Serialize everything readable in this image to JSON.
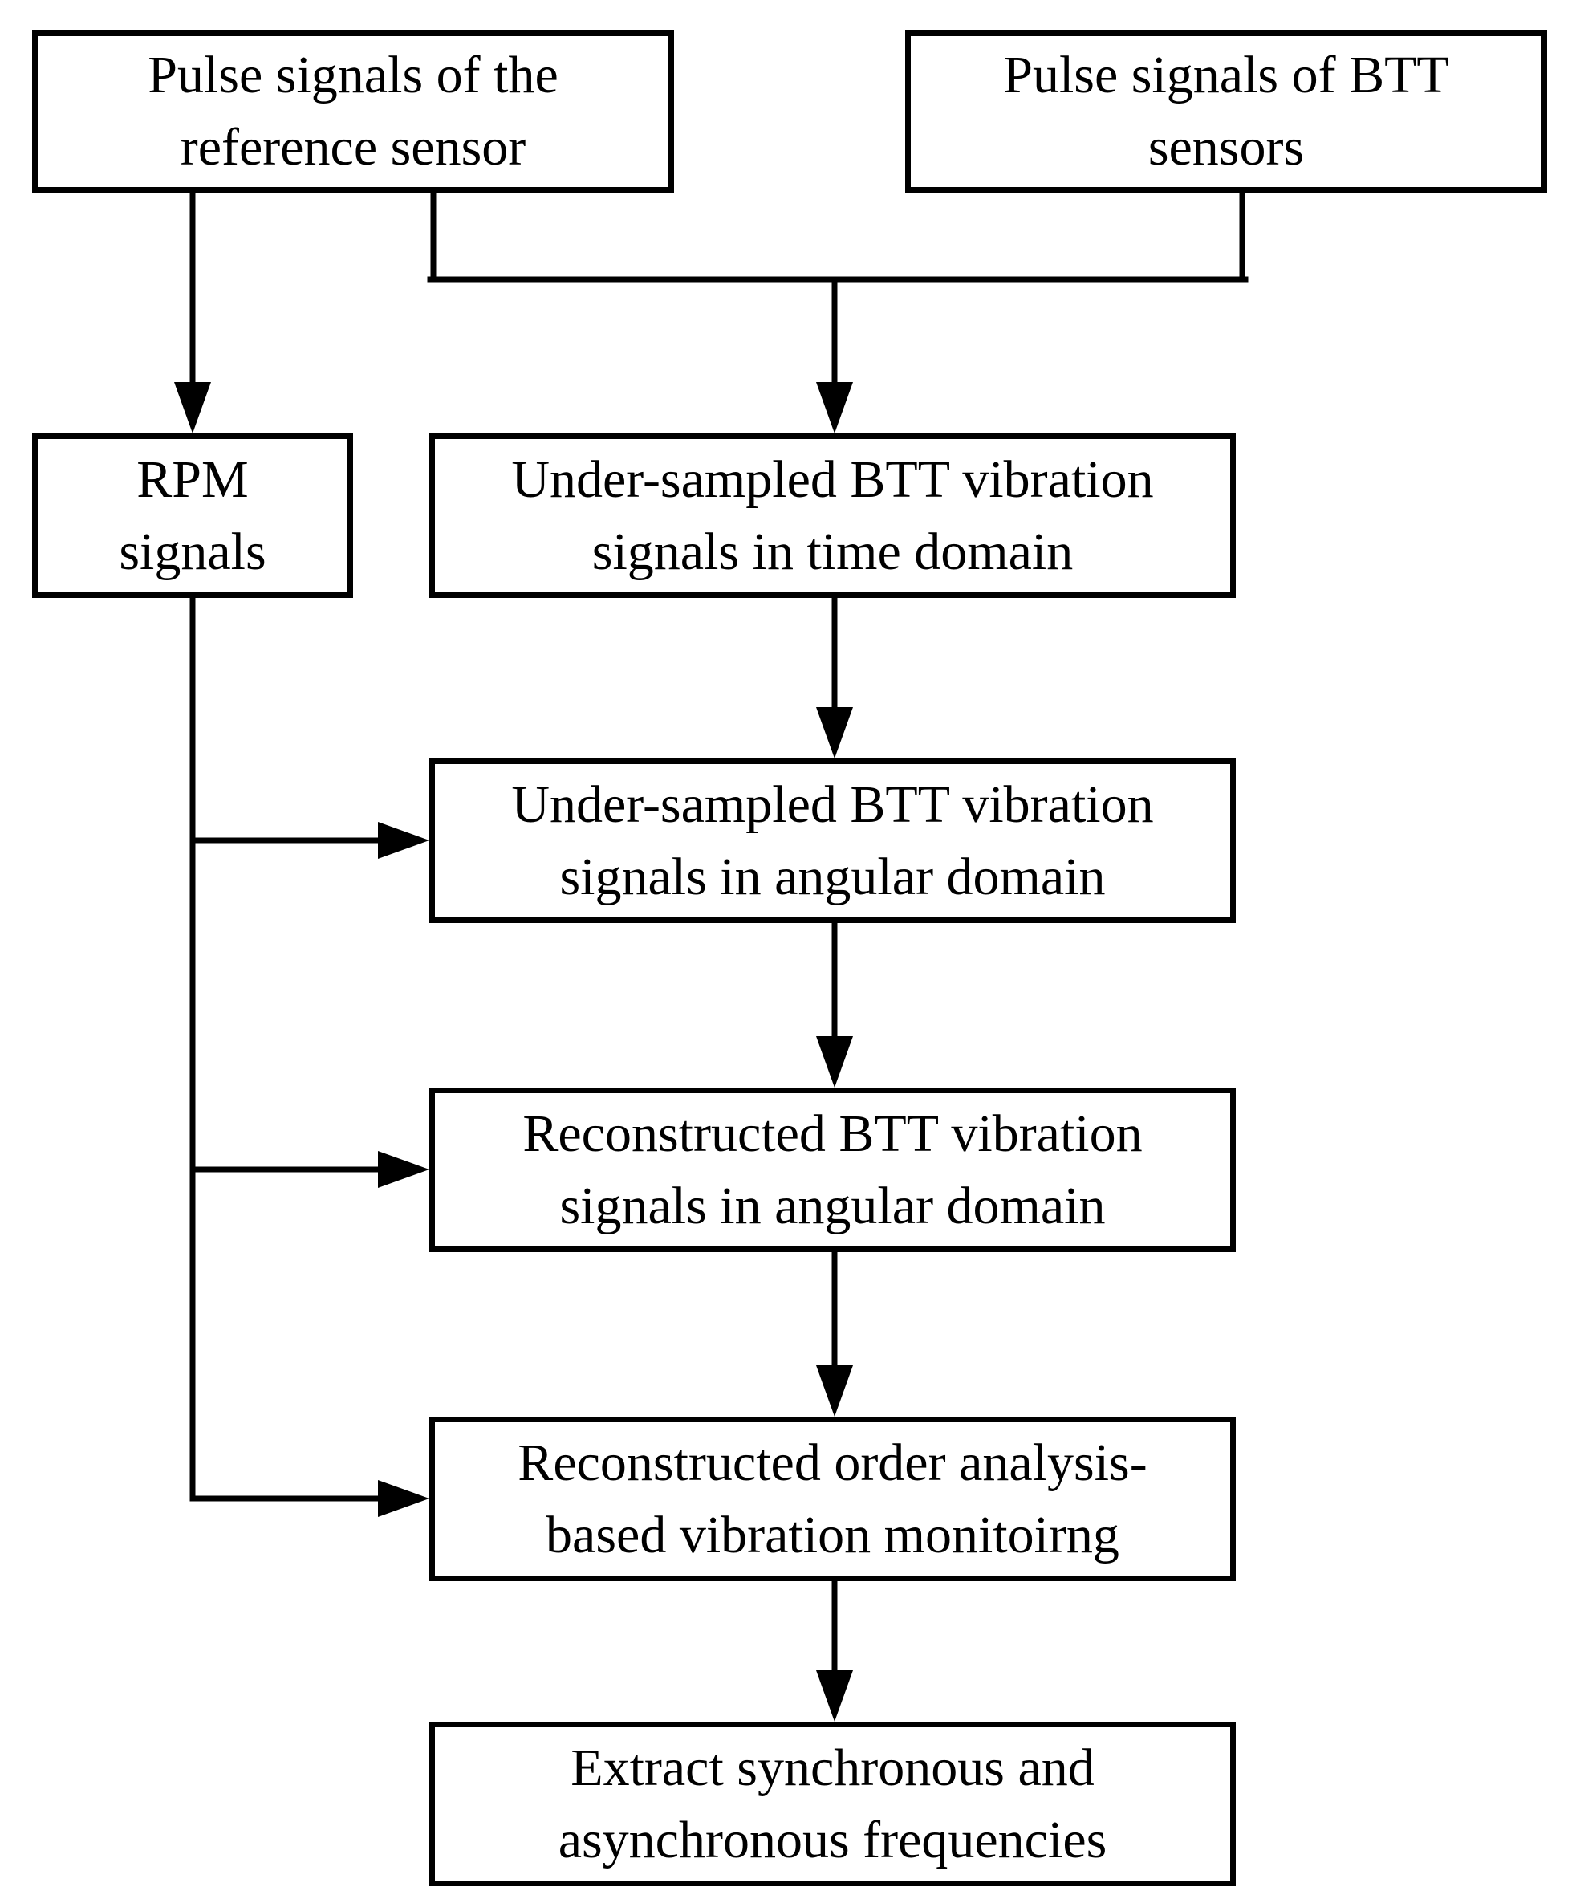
{
  "diagram": {
    "type": "flowchart",
    "colors": {
      "background": "#ffffff",
      "line": "#000000",
      "text": "#000000"
    },
    "boxes": {
      "pulse_reference": {
        "line1": "Pulse signals of the",
        "line2": "reference sensor"
      },
      "pulse_btt": {
        "line1": "Pulse signals of BTT",
        "line2": "sensors"
      },
      "rpm": {
        "line1": "RPM",
        "line2": "signals"
      },
      "time_domain": {
        "line1": "Under-sampled BTT vibration",
        "line2": "signals in time domain"
      },
      "angular_domain": {
        "line1": "Under-sampled BTT vibration",
        "line2": "signals in angular domain"
      },
      "reconstructed": {
        "line1": "Reconstructed BTT vibration",
        "line2": "signals in angular domain"
      },
      "order_analysis": {
        "line1": "Reconstructed order analysis-",
        "line2": "based vibration monitoirng"
      },
      "extract": {
        "line1": "Extract synchronous and",
        "line2": "asynchronous frequencies"
      }
    }
  }
}
